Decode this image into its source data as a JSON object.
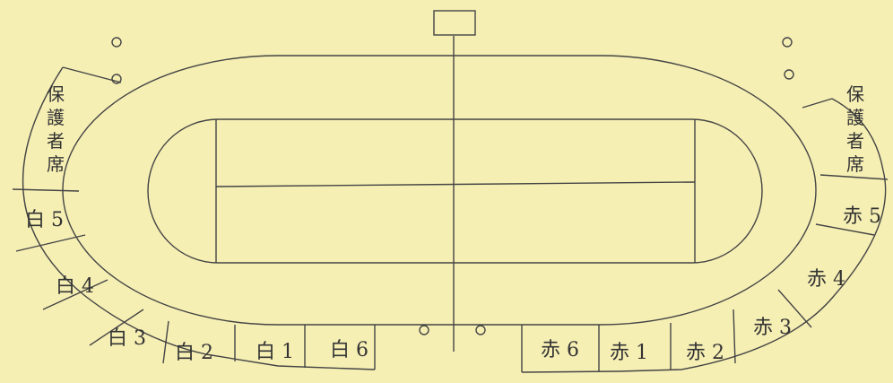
{
  "guardian_seats": {
    "left": [
      "保",
      "護",
      "者",
      "席"
    ],
    "right": [
      "保",
      "護",
      "者",
      "席"
    ]
  },
  "white_team": {
    "w5": "白 5",
    "w4": "白 4",
    "w3": "白 3",
    "w2": "白 2",
    "w1": "白 1",
    "w6": "白 6"
  },
  "red_team": {
    "r6": "赤 6",
    "r1": "赤 1",
    "r2": "赤 2",
    "r3": "赤 3",
    "r4": "赤 4",
    "r5": "赤 5"
  },
  "colors": {
    "background": "#f6efb4",
    "line": "#444444",
    "text": "#333333"
  }
}
